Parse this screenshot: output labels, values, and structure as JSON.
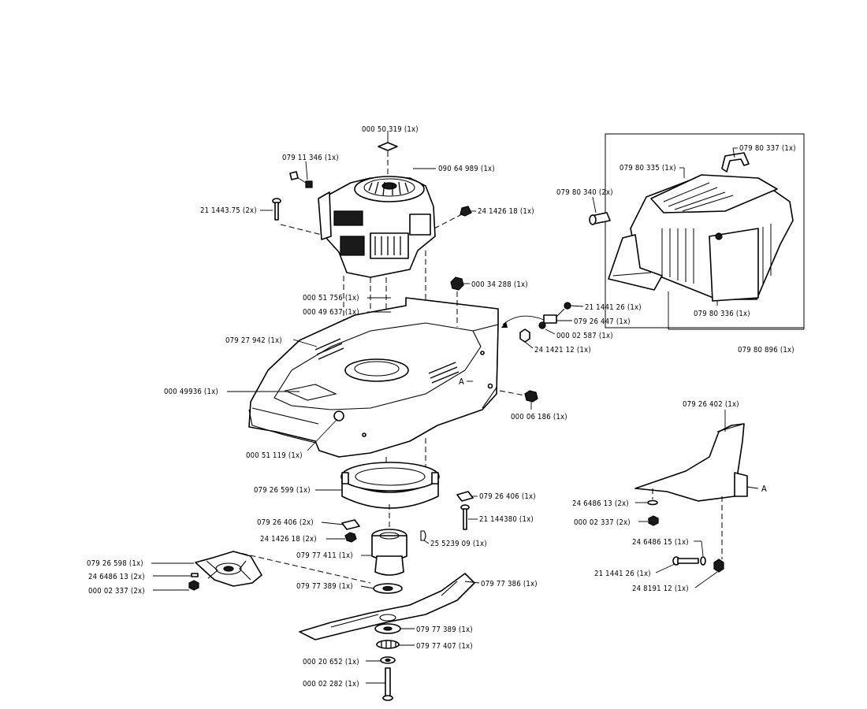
{
  "parts": {
    "p_000_50_319": "000 50 319  (1x)",
    "p_079_11_346": "079 11 346  (1x)",
    "p_090_64_989": "090 64 989  (1x)",
    "p_211_443_75": "21 1443.75  (2x)",
    "p_241_426_18_top": "24 1426 18  (1x)",
    "p_000_34_288": "000 34 288  (1x)",
    "p_000_51_756": "000 51 756  (1x)",
    "p_000_49_637": "000 49 637  (1x)",
    "p_079_27_942": "079 27 942  (1x)",
    "p_000_49936": "000 49936  (1x)",
    "p_000_06_186": "000 06 186  (1x)",
    "p_000_51_119": "000 51 119  (1x)",
    "p_079_26_599": "079 26 599  (1x)",
    "p_079_26_406_r": "079 26 406  (1x)",
    "p_211_443_80": "21 144380  (1x)",
    "p_079_26_406_l": "079 26 406  (2x)",
    "p_241_426_18_2x": "24 1426 18  (2x)",
    "p_255_239_09": "25 5239 09  (1x)",
    "p_079_77_411": "079 77 411  (1x)",
    "p_079_26_598": "079 26 598  (1x)",
    "p_246_486_13_l": "24 6486 13  (2x)",
    "p_000_02_337_l": "000 02 337  (2x)",
    "p_079_77_389_top": "079 77 389  (1x)",
    "p_079_77_386": "079 77 386  (1x)",
    "p_079_77_389_bot": "079 77 389  (1x)",
    "p_079_77_407": "079 77 407  (1x)",
    "p_000_20_652": "000 20 652  (1x)",
    "p_000_02_282": "000 02 282  (1x)",
    "p_211_441_26_top": "21 1441 26  (1x)",
    "p_079_26_447": "079 26 447  (1x)",
    "p_000_02_587": "000 02 587  (1x)",
    "p_241_421_12": "24 1421 12  (1x)",
    "p_079_80_337": "079 80 337  (1x)",
    "p_079_80_335": "079 80 335  (1x)",
    "p_079_80_340": "079 80 340  (2x)",
    "p_079_80_336": "079 80 336  (1x)",
    "p_079_80_896": "079  80 896 (1x)",
    "p_079_26_402": "079 26 402  (1x)",
    "p_246_486_13_r": "24 6486 13  (2x)",
    "p_000_02_337_r": "000 02 337  (2x)",
    "p_246_486_15": "24 6486 15  (1x)",
    "p_211_441_26_bot": "21 1441 26  (1x)",
    "p_248_191_12": "24 8191 12  (1x)"
  },
  "markers": {
    "a_housing": "A",
    "a_deflector": "A"
  }
}
